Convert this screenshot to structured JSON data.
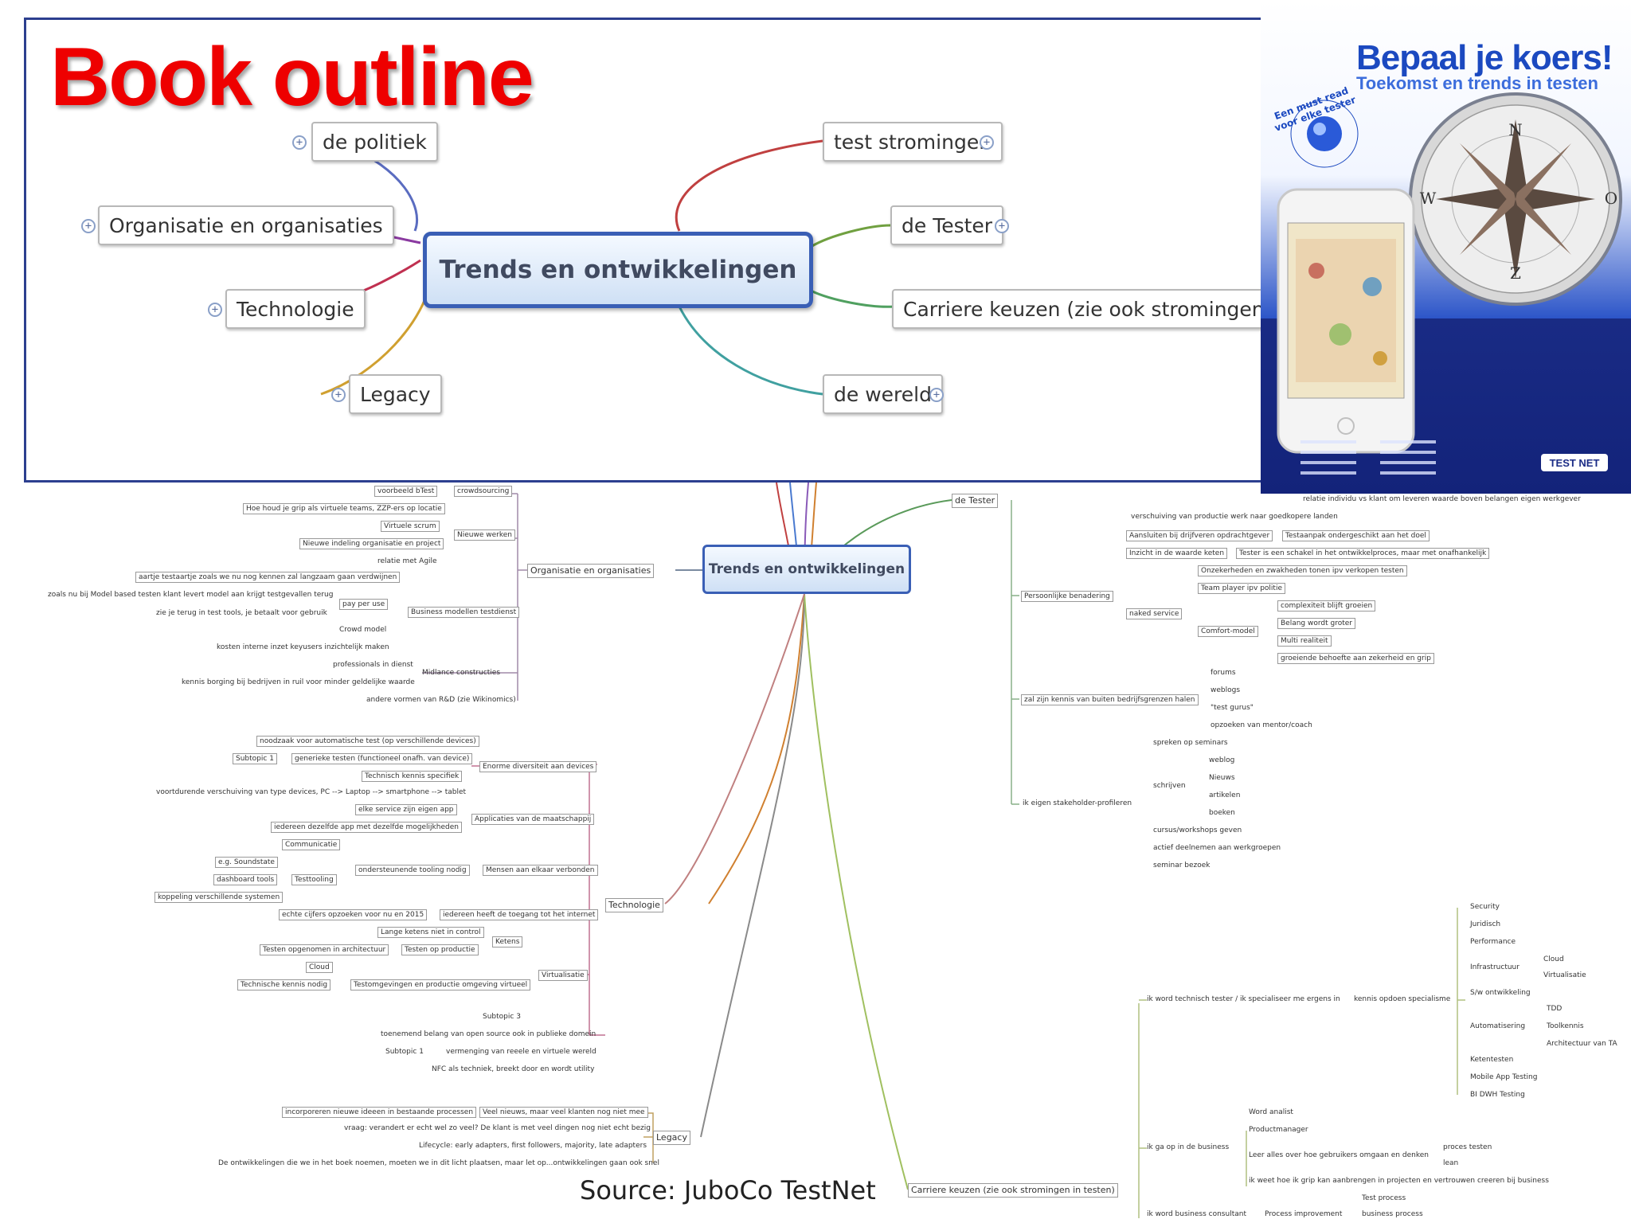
{
  "title": "Book outline",
  "source": "Source: JuboCo TestNet",
  "map": {
    "central": "Trends en ontwikkelingen",
    "left_nodes": [
      "de politiek",
      "Organisatie en organisaties",
      "Technologie",
      "Legacy"
    ],
    "right_nodes": [
      "test stromingen",
      "de Tester",
      "Carriere keuzen (zie ook stromingen in tes",
      "de wereld"
    ]
  },
  "cover": {
    "title": "Bepaal je koers!",
    "subtitle": "Toekomst en trends in testen",
    "stamp": "Een must read voor elke tester",
    "compass": [
      "N",
      "O",
      "Z",
      "W"
    ],
    "logo": "TEST NET"
  },
  "detail": {
    "central": "Trends en ontwikkelingen",
    "left": {
      "organisatie": "Organisatie en organisaties",
      "org_items": [
        "voorbeeld bTest",
        "crowdsourcing",
        "Hoe houd je grip als virtuele teams, ZZP-ers op locatie",
        "Virtuele scrum",
        "Nieuwe werken",
        "Nieuwe indeling organisatie en project",
        "relatie met Agile",
        "aartje testaartje zoals we nu nog kennen zal langzaam gaan verdwijnen",
        "zoals nu bij Model based testen klant levert model aan krijgt testgevallen terug",
        "pay per use",
        "Business modellen testdienst",
        "zie je terug in test tools, je betaalt voor gebruik",
        "Crowd model",
        "kosten interne inzet keyusers inzichtelijk maken",
        "professionals in dienst",
        "Midlance constructies",
        "kennis borging bij bedrijven in ruil voor minder geldelijke waarde",
        "andere vormen van R&D (zie Wikinomics)"
      ],
      "technologie": "Technologie",
      "tech_items": [
        "noodzaak voor automatische test (op verschillende devices)",
        "Subtopic 1",
        "generieke testen (functioneel onafh. van device)",
        "Technisch kennis specifiek",
        "Enorme diversiteit aan devices",
        "voortdurende verschuiving van type devices, PC --> Laptop --> smartphone --> tablet",
        "elke service zijn eigen app",
        "Applicaties van de maatschappij",
        "iedereen dezelfde app met dezelfde mogelijkheden",
        "Communicatie",
        "e.g. Soundstate",
        "dashboard tools",
        "Testtooling",
        "ondersteunende tooling nodig",
        "Mensen aan elkaar verbonden",
        "koppeling verschillende systemen",
        "echte cijfers opzoeken voor nu en 2015",
        "iedereen heeft de toegang tot het internet",
        "Lange ketens niet in control",
        "Testen opgenomen in architectuur",
        "Testen op productie",
        "Ketens",
        "Cloud",
        "Technische kennis nodig",
        "Testomgevingen en productie omgeving virtueel",
        "Virtualisatie",
        "Subtopic 3",
        "toenemend belang van open source ook in publieke domein",
        "Subtopic 1",
        "vermenging van reeele en virtuele wereld",
        "NFC als techniek, breekt door en wordt utility"
      ],
      "legacy": "Legacy",
      "legacy_items": [
        "incorporeren nieuwe ideeen in bestaande processen",
        "Veel nieuws, maar veel klanten nog niet mee",
        "vraag: verandert er echt wel zo veel? De klant is met veel dingen nog niet echt bezig",
        "Lifecycle: early adapters, first followers, majority, late adapters",
        "De ontwikkelingen die we in het boek noemen, moeten we in dit licht plaatsen, maar let op...ontwikkelingen gaan ook snel"
      ]
    },
    "right": {
      "tester": "de Tester",
      "tester_items": [
        "relatie individu vs klant om leveren waarde boven belangen eigen werkgever",
        "verschuiving van productie werk naar goedkopere landen",
        "Aansluiten bij drijfveren opdrachtgever",
        "Testaanpak ondergeschikt aan het doel",
        "Inzicht in de waarde keten",
        "Tester is een schakel in het ontwikkelproces, maar met onafhankelijk",
        "Persoonlijke benadering",
        "Onzekerheden en zwakheden tonen ipv verkopen testen",
        "Team player ipv politie",
        "complexiteit blijft groeien",
        "naked service",
        "Belang wordt groter",
        "Comfort-model",
        "Multi realiteit",
        "groeiende behoefte aan zekerheid en grip",
        "zal zijn kennis van buiten bedrijfsgrenzen halen",
        "forums",
        "weblogs",
        "\"test gurus\"",
        "opzoeken van mentor/coach",
        "spreken op seminars",
        "weblog",
        "Nieuws",
        "schrijven",
        "artikelen",
        "boeken",
        "ik eigen stakeholder-profileren",
        "cursus/workshops geven",
        "actief deelnemen aan werkgroepen",
        "seminar bezoek"
      ],
      "carriere": "Carriere keuzen (zie ook stromingen in testen)",
      "carriere_items": [
        "Security",
        "Juridisch",
        "Performance",
        "Cloud",
        "Infrastructuur",
        "Virtualisatie",
        "S/w ontwikkeling",
        "TDD",
        "Automatisering",
        "Toolkennis",
        "Architectuur van TA",
        "ik word technisch tester / ik specialiseer me ergens in",
        "kennis opdoen specialisme",
        "Ketentesten",
        "Mobile App Testing",
        "BI DWH Testing",
        "Word analist",
        "Productmanager",
        "ik ga op in de business",
        "Leer alles over hoe gebruikers omgaan en denken",
        "proces testen",
        "lean",
        "ik weet hoe ik grip kan aanbrengen in projecten en vertrouwen creeren bij business",
        "ik word business consultant",
        "Process improvement",
        "Test process",
        "business process"
      ]
    }
  }
}
